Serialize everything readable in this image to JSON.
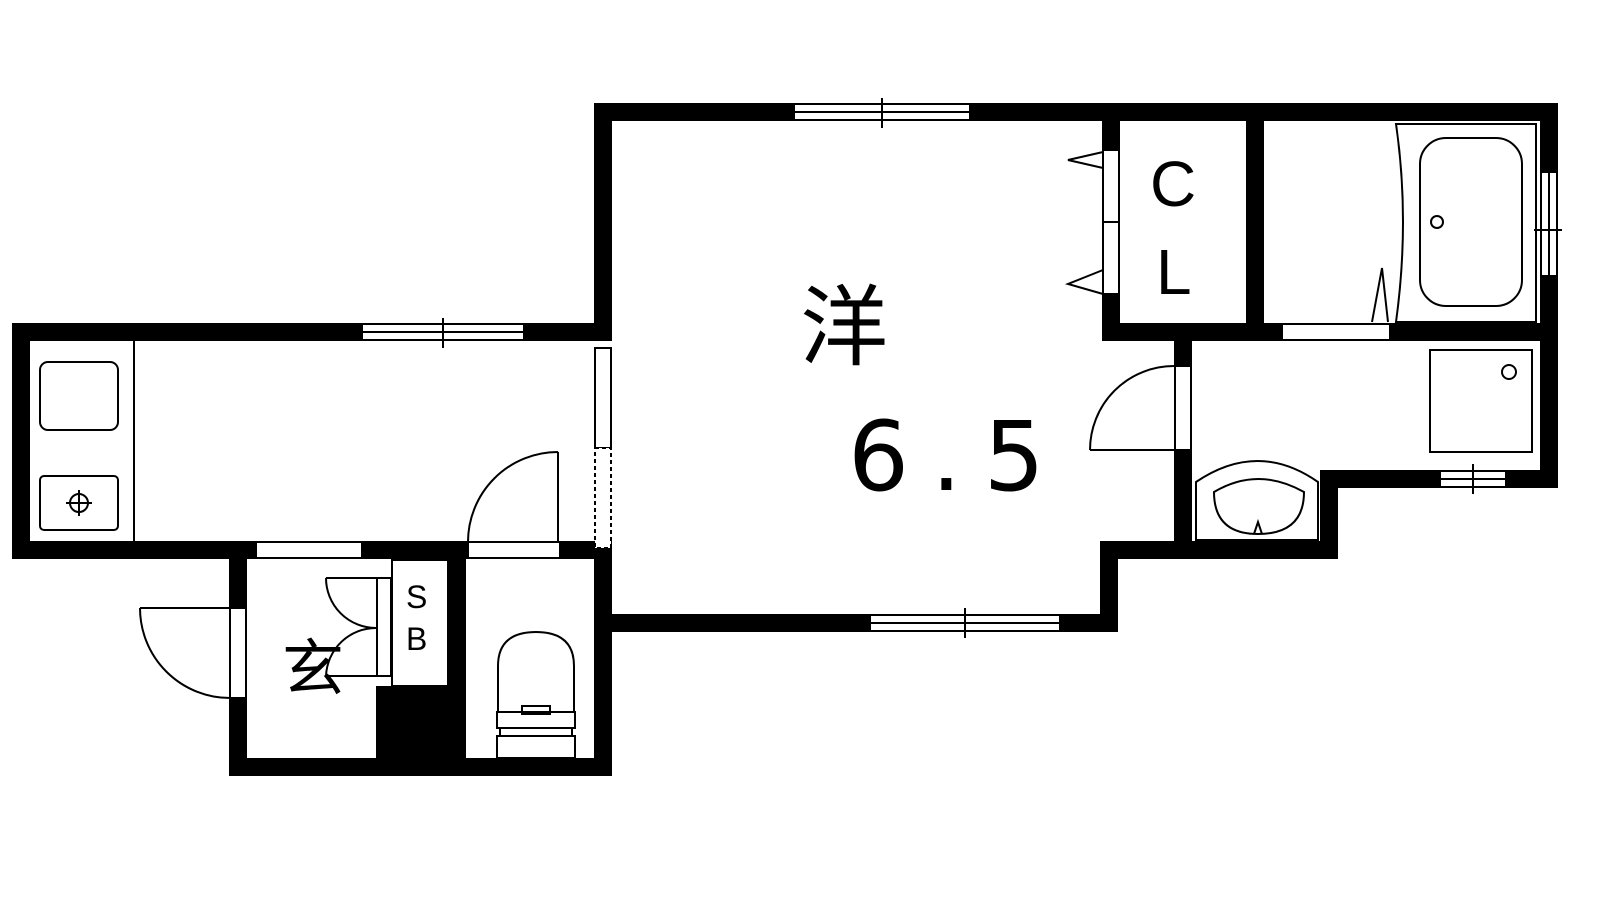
{
  "floorplan": {
    "rooms": {
      "western_room_char": "洋",
      "western_room_size": "6.5",
      "closet_line1": "C",
      "closet_line2": "L",
      "shoe_box_line1": "S",
      "shoe_box_line2": "B",
      "entrance_char": "玄"
    }
  },
  "colors": {
    "wall": "#000000",
    "background": "#ffffff",
    "fixture_stroke": "#000000"
  },
  "icons": [
    "stove-burner-icon",
    "bathtub-icon",
    "toilet-icon",
    "washbasin-icon",
    "washing-machine-pan-icon",
    "door-swing-icon",
    "window-icon"
  ]
}
